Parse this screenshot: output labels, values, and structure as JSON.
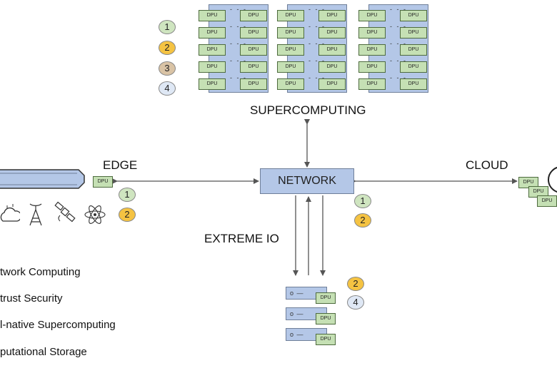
{
  "diagram": {
    "labels": {
      "supercomputing": "SUPERCOMPUTING",
      "edge": "EDGE",
      "cloud": "CLOUD",
      "extreme_io": "EXTREME IO",
      "network": "NETWORK"
    },
    "dpu_label": "DPU",
    "rack_dashes": "- - -",
    "server_indicator": "o —",
    "top_badges": [
      "1",
      "2",
      "3",
      "4"
    ],
    "edge_badges": [
      "1",
      "2"
    ],
    "network_badges": [
      "1",
      "2"
    ],
    "storage_badges": [
      "2",
      "4"
    ],
    "badge_colors": {
      "1": "#cfe5c0",
      "2": "#f5c342",
      "3": "#d9c3a5",
      "4": "#dfe8f5"
    },
    "legend": [
      "twork Computing",
      "trust Security",
      "l-native Supercomputing",
      "putational Storage"
    ],
    "icons": [
      "cloud-icon",
      "radio-tower-icon",
      "satellite-icon",
      "atom-icon",
      "globe-icon"
    ],
    "colors": {
      "box_fill": "#b4c7e7",
      "dpu_fill": "#c5e0b4",
      "arrow": "#555555"
    }
  }
}
